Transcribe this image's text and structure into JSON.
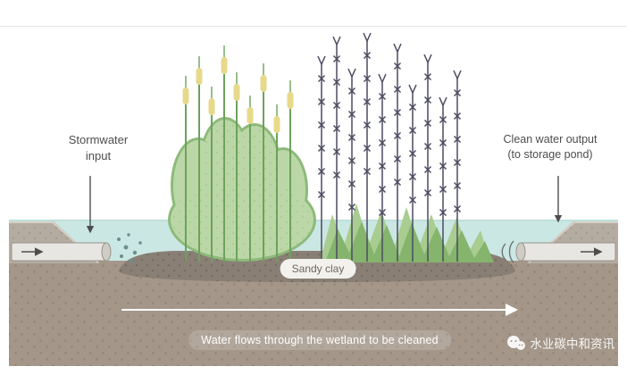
{
  "diagram": {
    "labels": {
      "stormwater_line1": "Stormwater",
      "stormwater_line2": "input",
      "clean_water_line1": "Clean water output",
      "clean_water_line2": "(to storage pond)",
      "sandy_clay_badge": "Sandy clay",
      "flow_caption": "Water flows through the wetland to be cleaned",
      "watermark_text": "水业碳中和资讯"
    },
    "colors": {
      "water": "#cbe7e4",
      "soil": "#a49789",
      "sandy_clay_mound": "#897f75",
      "wetland_mound_edge": "#8cba7a",
      "wetland_mound_light": "#bcd7a7",
      "wetland_mound_back": "#a9cc90",
      "wetland_mound_front": "#85b46d",
      "cattail_head": "#e7d98a",
      "cattail_stem": "#6da25c",
      "reed_plant": "#4c4c62",
      "embankment": "#b5aca1",
      "pipe": "#e8e6e2",
      "label_text": "#4d4d4d",
      "flow_arrow": "#ffffff",
      "bubble": "#69908c"
    }
  }
}
